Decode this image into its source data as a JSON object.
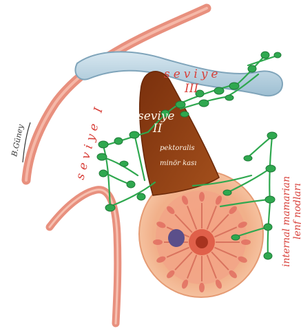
{
  "signature": "B.Güney",
  "labels": {
    "level_one": "seviye I",
    "level_two_word": "seviye",
    "level_two_num": "II",
    "level_three_word": "seviye",
    "level_three_num": "III",
    "muscle_line1": "pektoralis",
    "muscle_line2": "minör kası",
    "internal_line1": "internal mamarian",
    "internal_line2": "lenf nodları"
  },
  "colors": {
    "skin_line": "#e58a7a",
    "clavicle": "#a9c6d6",
    "muscle": "#8e3c12",
    "lymph": "#2fa84f",
    "label_red": "#d8403a",
    "breast": "#f0a070"
  }
}
